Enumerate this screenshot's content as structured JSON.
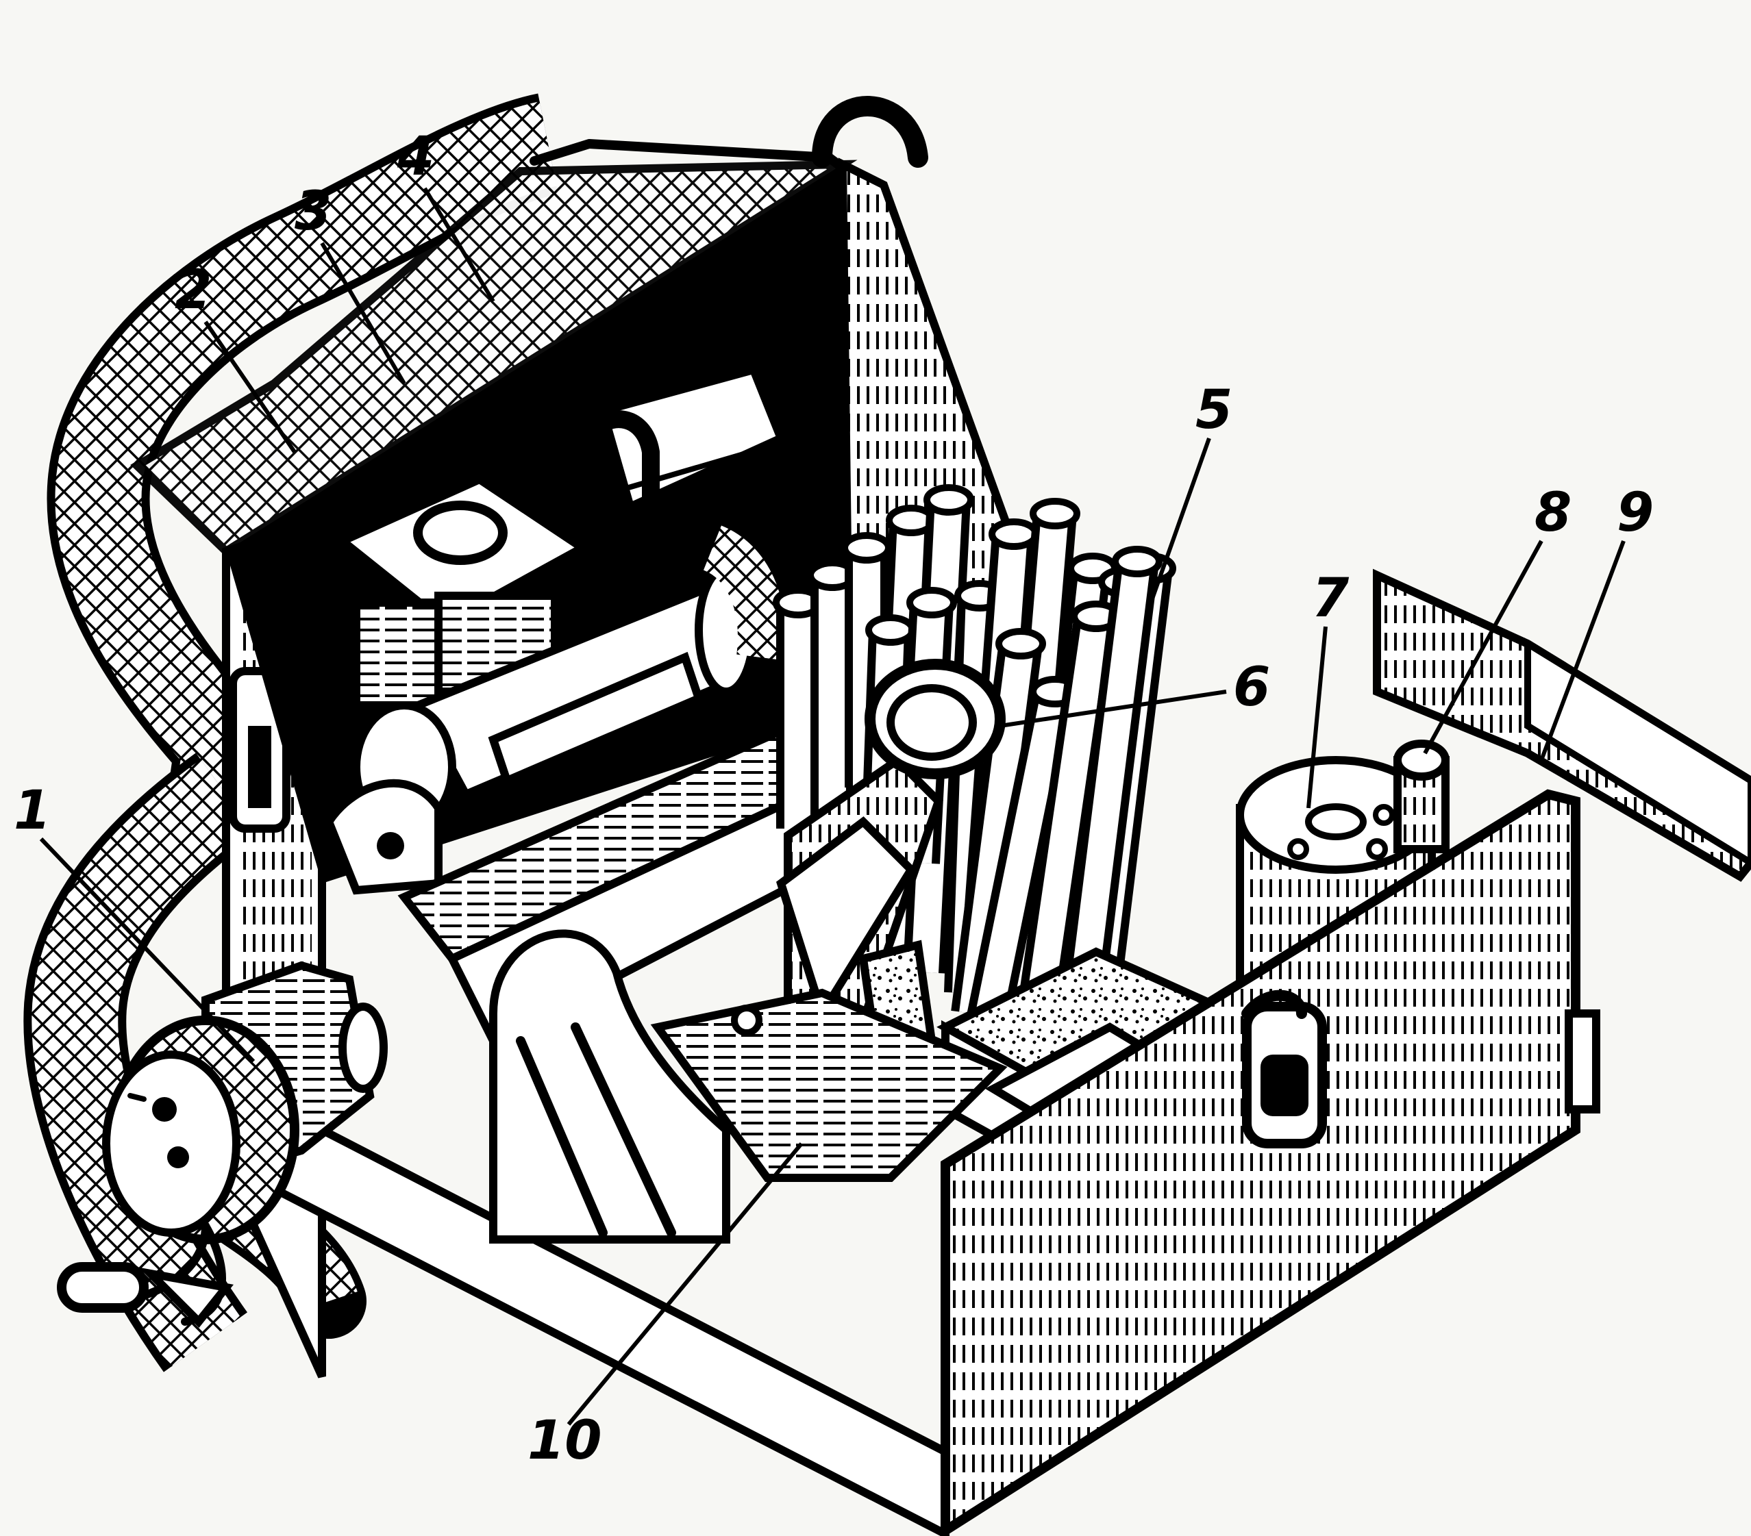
{
  "callouts": [
    {
      "id": "1",
      "text": "1"
    },
    {
      "id": "2",
      "text": "2"
    },
    {
      "id": "3",
      "text": "3"
    },
    {
      "id": "4",
      "text": "4"
    },
    {
      "id": "5",
      "text": "5"
    },
    {
      "id": "6",
      "text": "6"
    },
    {
      "id": "7",
      "text": "7"
    },
    {
      "id": "8",
      "text": "8"
    },
    {
      "id": "9",
      "text": "9"
    },
    {
      "id": "10",
      "text": "10"
    }
  ],
  "colors": {
    "ink": "#000000",
    "paper": "#f7f7f4"
  }
}
